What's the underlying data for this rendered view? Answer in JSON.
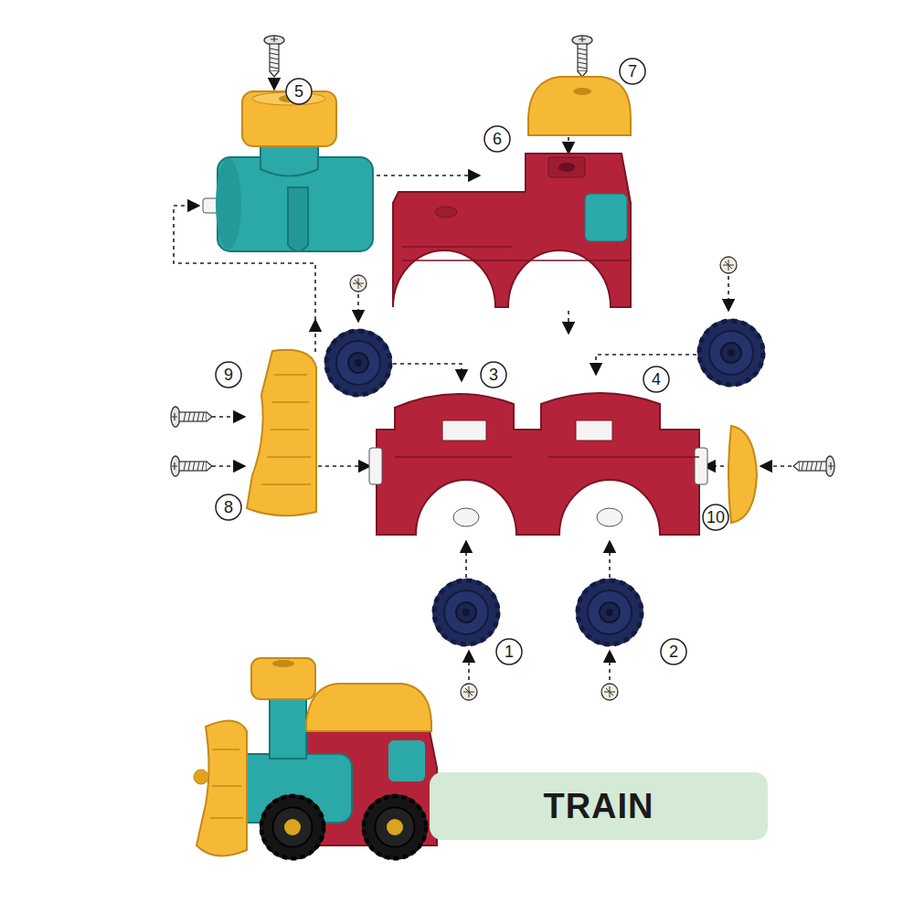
{
  "diagram": {
    "nodes": [
      {
        "text": [
          "TRAIN"
        ]
      }
    ],
    "labels": [
      "5",
      "7",
      "6",
      "9",
      "3",
      "4",
      "8",
      "10",
      "1",
      "2"
    ]
  }
}
